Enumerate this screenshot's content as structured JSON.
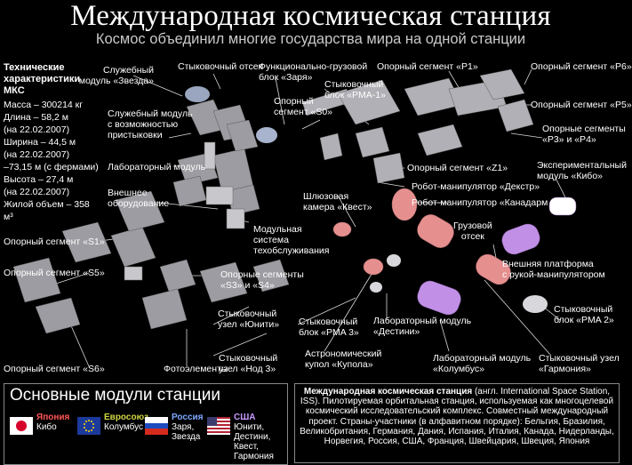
{
  "title": "Международная космическая станция",
  "subtitle": "Космос объединил многие государства мира на одной станции",
  "specs": {
    "heading_line1": "Технические",
    "heading_line2": "характеристики МКС",
    "lines": [
      "Масса – 300214 кг",
      "Длина – 58,2 м",
      "(на 22.02.2007)",
      "Ширина – 44,5 м",
      "(на 22.02.2007)",
      "–73,15 м (с фермами)",
      "Высота – 27,4 м",
      "(на 22.02.2007)",
      "Жилой объем – 358 м³"
    ]
  },
  "labels": {
    "zvezda": [
      "Служебный",
      "модуль «Звезда»"
    ],
    "docking_compartment": "Стыковочный отсек",
    "zarya": [
      "Функционально-грузовой",
      "блок «Заря»"
    ],
    "p1": "Опорный сегмент «P1»",
    "p6": "Опорный сегмент «P6»",
    "p5": "Опорный сегмент «P5»",
    "p3p4": [
      "Опорные сегменты",
      "«P3» и «P4»"
    ],
    "service_docking": [
      "Служебный модуль",
      "с возможностью",
      "пристыковки"
    ],
    "s0": [
      "Опорный",
      "сегмент «S0»"
    ],
    "pma1": [
      "Стыковочный",
      "блок «PMA-1»"
    ],
    "lab_module": "Лабораторный модуль",
    "z1": "Опорный сегмент «Z1»",
    "dextre": "Робот-манипулятор «Декстр»",
    "canadarm": "Робот-манипулятор «Канадарм 2»",
    "kibo_exp": [
      "Экспериментальный",
      "модуль «Кибо»"
    ],
    "external_equipment": [
      "Внешнее",
      "оборудование"
    ],
    "quest": [
      "Шлюзовая",
      "камера «Квест»"
    ],
    "modular_system": [
      "Модульная",
      "система",
      "техобслуживания"
    ],
    "cargo": [
      "Грузовой",
      "отсек"
    ],
    "external_platform": [
      "Внешняя платформа",
      "с рукой-манипулятором"
    ],
    "s1": "Опорный сегмент «S1»",
    "s5": "Опорный сегмент «S5»",
    "s3s4": [
      "Опорные сегменты",
      "«S3» и «S4»"
    ],
    "unity": [
      "Стыковочный",
      "узел «Юнити»"
    ],
    "pma3": [
      "Стыковочный",
      "блок «PMA 3»"
    ],
    "destiny": [
      "Лабораторный модуль",
      "«Дестини»"
    ],
    "pma2": [
      "Стыковочный",
      "блок «PMA 2»"
    ],
    "node3": [
      "Стыковочный",
      "узел «Нод 3»"
    ],
    "cupola": [
      "Астрономический",
      "купол «Купола»"
    ],
    "columbus": [
      "Лабораторный модуль",
      "«Колумбус»"
    ],
    "harmony": [
      "Стыковочный узел",
      "«Гармония»"
    ],
    "s6": "Опорный сегмент «S6»",
    "solar": "Фотоэлементы"
  },
  "legend": {
    "title": "Основные модули станции",
    "countries": [
      {
        "name": "Япония",
        "modules": [
          "Кибо"
        ],
        "color": "#ff5555"
      },
      {
        "name": "Евросоюз",
        "modules": [
          "Колумбус"
        ],
        "color": "#cfd642"
      },
      {
        "name": "Россия",
        "modules": [
          "Заря,",
          "Звезда"
        ],
        "color": "#7da7ff"
      },
      {
        "name": "США",
        "modules": [
          "Юнити,",
          "Дестини, Квест,",
          "Гармония"
        ],
        "color": "#c89bff"
      }
    ]
  },
  "info": {
    "bold": "Международная космическая станция",
    "text": " (англ. International Space Station, ISS). Пилотируемая орбитальная станция, используемая как многоцелевой космический исследовательский комплекс. Совместный международный проект. Страны-участники (в алфавитном порядке): Бельгия, Бразилия, Великобритания, Германия, Дания, Испания, Италия, Канада, Нидерланды, Норвегия, Россия, США, Франция, Швейцария, Швеция, Япония"
  },
  "colors": {
    "truss": "#b5b5b8",
    "pink_module": "#e58f8f",
    "purple_module": "#c190e6",
    "pinkish_purple": "#e18fd6"
  }
}
